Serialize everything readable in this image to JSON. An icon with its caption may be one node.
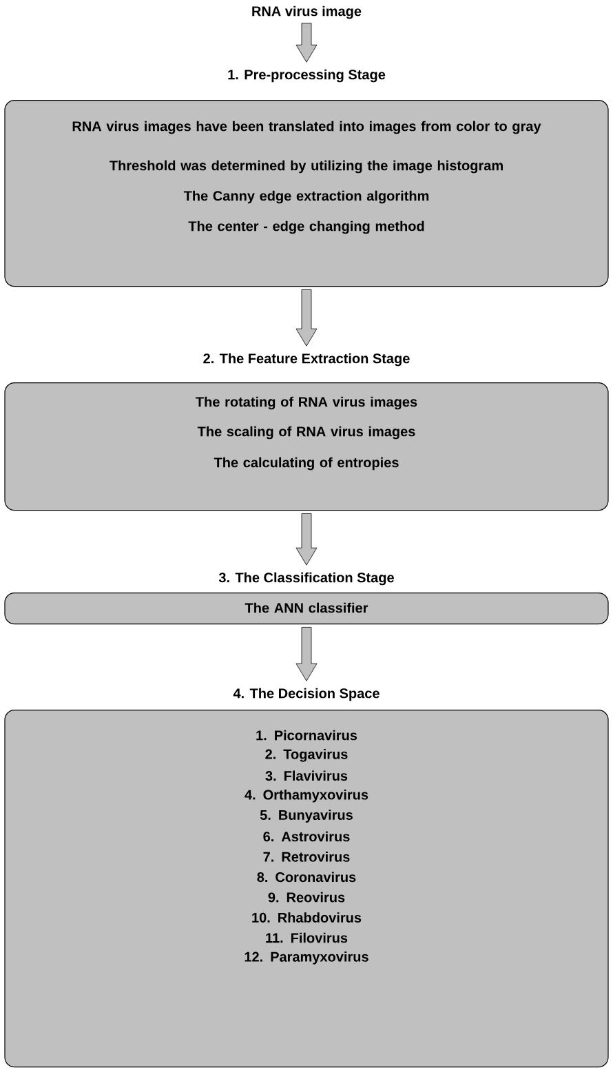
{
  "diagram": {
    "nodes": [
      {
        "text": [
          "RNA virus image"
        ]
      },
      {
        "text": [
          "1. Pre-processing Stage",
          "RNA virus images have been translated into images from color to gray",
          "Threshold was determined by utilizing the image histogram",
          "The Canny edge extraction algorithm",
          "The center - edge changing method"
        ]
      },
      {
        "text": [
          "2. The Feature Extraction Stage",
          "The rotating of RNA virus images",
          "The scaling of RNA virus images",
          "The calculating of entropies"
        ]
      },
      {
        "text": [
          "3. The Classification Stage",
          "The ANN classifier"
        ]
      },
      {
        "text": [
          "4. The Decision Space",
          "1. Picornavirus",
          "2. Togavirus",
          "3. Flavivirus",
          "4. Orthamyxovirus",
          "5. Bunyavirus",
          "6. Astrovirus",
          "7. Retrovirus",
          "8. Coronavirus",
          "9. Reovirus",
          "10. Rhabdovirus",
          "11. Filovirus",
          "12. Paramyxovirus"
        ]
      }
    ],
    "edges": [
      {
        "from": 0,
        "to": 1,
        "arrow": "to"
      },
      {
        "from": 1,
        "to": 2,
        "arrow": "to"
      },
      {
        "from": 2,
        "to": 3,
        "arrow": "to"
      },
      {
        "from": 3,
        "to": 4,
        "arrow": "to"
      }
    ]
  }
}
